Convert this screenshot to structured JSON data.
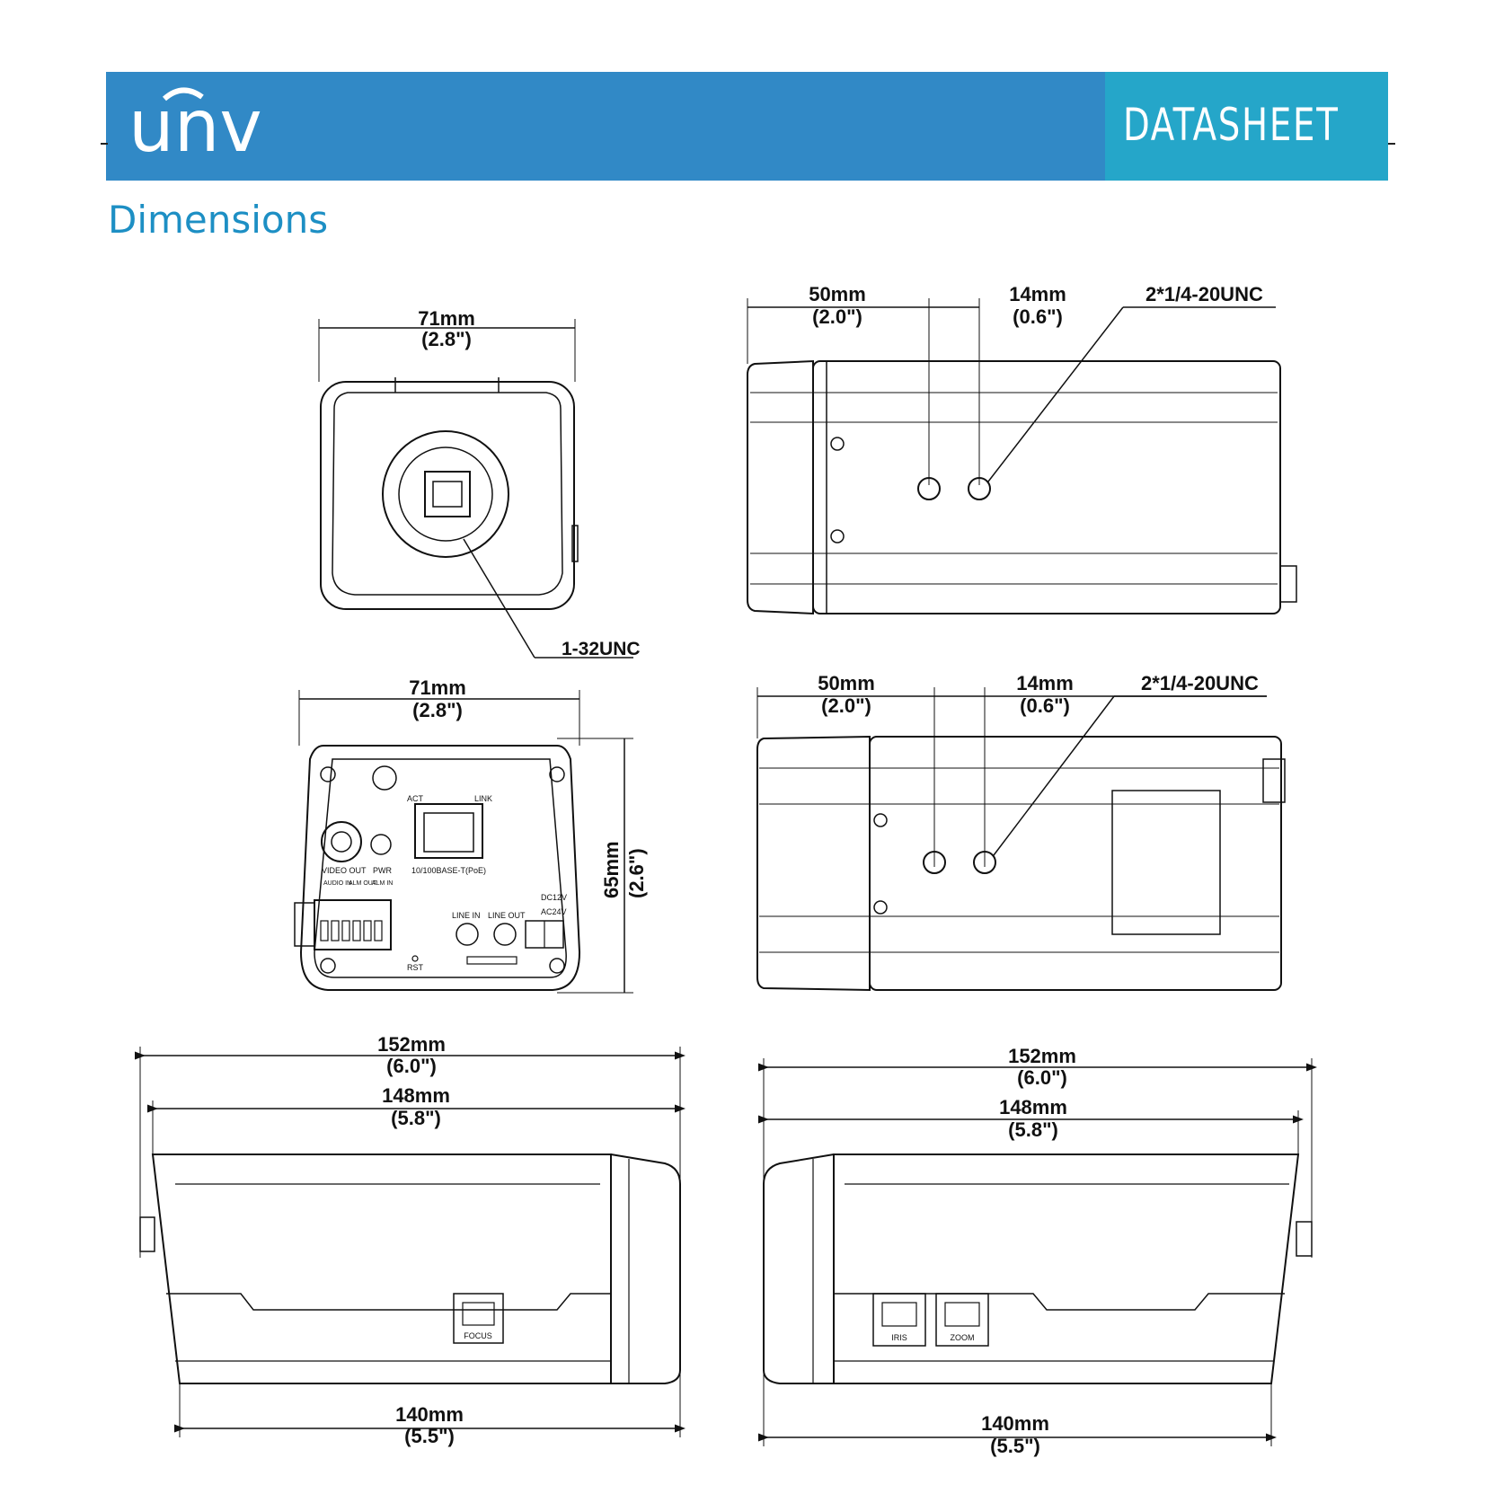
{
  "header": {
    "brand": "unv",
    "badge": "DATASHEET",
    "colors": {
      "brand_bar": "#3189c6",
      "badge_bg": "#25a6c9",
      "section_title": "#1d8fc4"
    }
  },
  "section_title": "Dimensions",
  "front_view": {
    "width_mm": "71mm",
    "width_in": "(2.8\")",
    "thread": "1-32UNC"
  },
  "top_view": {
    "offset_mm": "50mm",
    "offset_in": "(2.0\")",
    "spacing_mm": "14mm",
    "spacing_in": "(0.6\")",
    "thread": "2*1/4-20UNC"
  },
  "rear_view": {
    "width_mm": "71mm",
    "width_in": "(2.8\")",
    "height_mm": "65mm",
    "height_in": "(2.6\")",
    "labels": {
      "act": "ACT",
      "link": "LINK",
      "video_out": "VIDEO OUT",
      "pwr": "PWR",
      "ethernet": "10/100BASE-T(PoE)",
      "audio_in": "AUDIO IN",
      "alarm_out": "ALM OUT",
      "alarm_in": "ALM IN",
      "dc": "DC12V",
      "ac": "AC24V",
      "line_in": "LINE IN",
      "line_out": "LINE OUT",
      "rst": "RST"
    }
  },
  "bottom_view": {
    "offset_mm": "50mm",
    "offset_in": "(2.0\")",
    "spacing_mm": "14mm",
    "spacing_in": "(0.6\")",
    "thread": "2*1/4-20UNC"
  },
  "side_left": {
    "overall_mm": "152mm",
    "overall_in": "(6.0\")",
    "body_mm": "148mm",
    "body_in": "(5.8\")",
    "base_mm": "140mm",
    "base_in": "(5.5\")",
    "focus": "FOCUS"
  },
  "side_right": {
    "overall_mm": "152mm",
    "overall_in": "(6.0\")",
    "body_mm": "148mm",
    "body_in": "(5.8\")",
    "base_mm": "140mm",
    "base_in": "(5.5\")",
    "iris": "IRIS",
    "zoom": "ZOOM"
  }
}
